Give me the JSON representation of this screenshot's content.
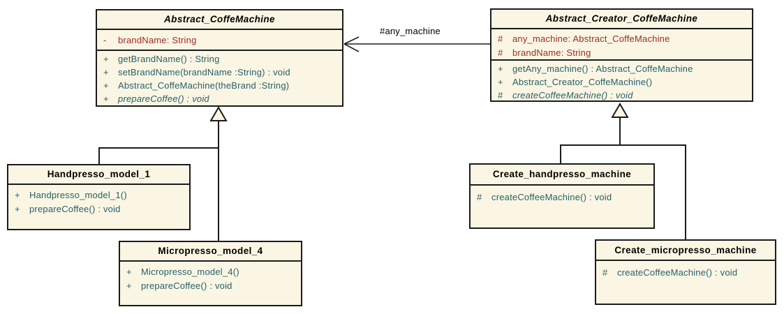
{
  "colors": {
    "box_fill": "#FBF6E3",
    "box_border": "#1b1b1b",
    "attribute_text": "#9E2B25",
    "method_text": "#26606B",
    "title_text": "#000000"
  },
  "classes": {
    "abstract_machine": {
      "name": "Abstract_CoffeMachine",
      "attributes": [
        {
          "vis": "-",
          "text": "brandName: String"
        }
      ],
      "methods": [
        {
          "vis": "+",
          "text": "getBrandName() : String"
        },
        {
          "vis": "+",
          "text": "setBrandName(brandName :String) : void"
        },
        {
          "vis": "+",
          "text": "Abstract_CoffeMachine(theBrand :String)"
        },
        {
          "vis": "+",
          "text": "prepareCoffee() : void"
        }
      ]
    },
    "creator": {
      "name": "Abstract_Creator_CoffeMachine",
      "attributes": [
        {
          "vis": "#",
          "text": "any_machine: Abstract_CoffeMachine"
        },
        {
          "vis": "#",
          "text": "brandName: String"
        }
      ],
      "methods": [
        {
          "vis": "+",
          "text": "getAny_machine() : Abstract_CoffeMachine"
        },
        {
          "vis": "+",
          "text": "Abstract_Creator_CoffeMachine()"
        },
        {
          "vis": "#",
          "text": "createCoffeeMachine() : void"
        }
      ]
    },
    "handpresso": {
      "name": "Handpresso_model_1",
      "methods": [
        {
          "vis": "+",
          "text": "Handpresso_model_1()"
        },
        {
          "vis": "+",
          "text": "prepareCoffee() : void"
        }
      ]
    },
    "micropresso": {
      "name": "Micropresso_model_4",
      "methods": [
        {
          "vis": "+",
          "text": "Micropresso_model_4()"
        },
        {
          "vis": "+",
          "text": "prepareCoffee() : void"
        }
      ]
    },
    "create_handpresso": {
      "name": "Create_handpresso_machine",
      "methods": [
        {
          "vis": "#",
          "text": "createCoffeeMachine() : void"
        }
      ]
    },
    "create_micropresso": {
      "name": "Create_micropresso_machine",
      "methods": [
        {
          "vis": "#",
          "text": "createCoffeeMachine() : void"
        }
      ]
    }
  },
  "association": {
    "label": "#any_machine"
  }
}
